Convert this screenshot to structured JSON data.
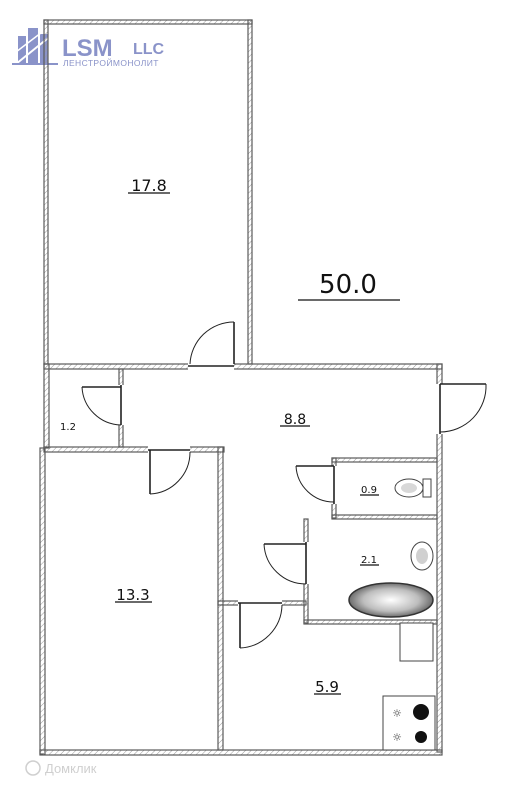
{
  "logo": {
    "brand": "LSM",
    "suffix": "LLC",
    "tagline": "ЛЕНСТРОЙМОНОЛИТ",
    "color": "#8a93c9"
  },
  "total_area": "50.0",
  "rooms": {
    "room_top": "17.8",
    "closet": "1.2",
    "hall": "8.8",
    "toilet": "0.9",
    "bath": "2.1",
    "room_bottom": "13.3",
    "kitchen": "5.9"
  },
  "watermark": "Домклик"
}
